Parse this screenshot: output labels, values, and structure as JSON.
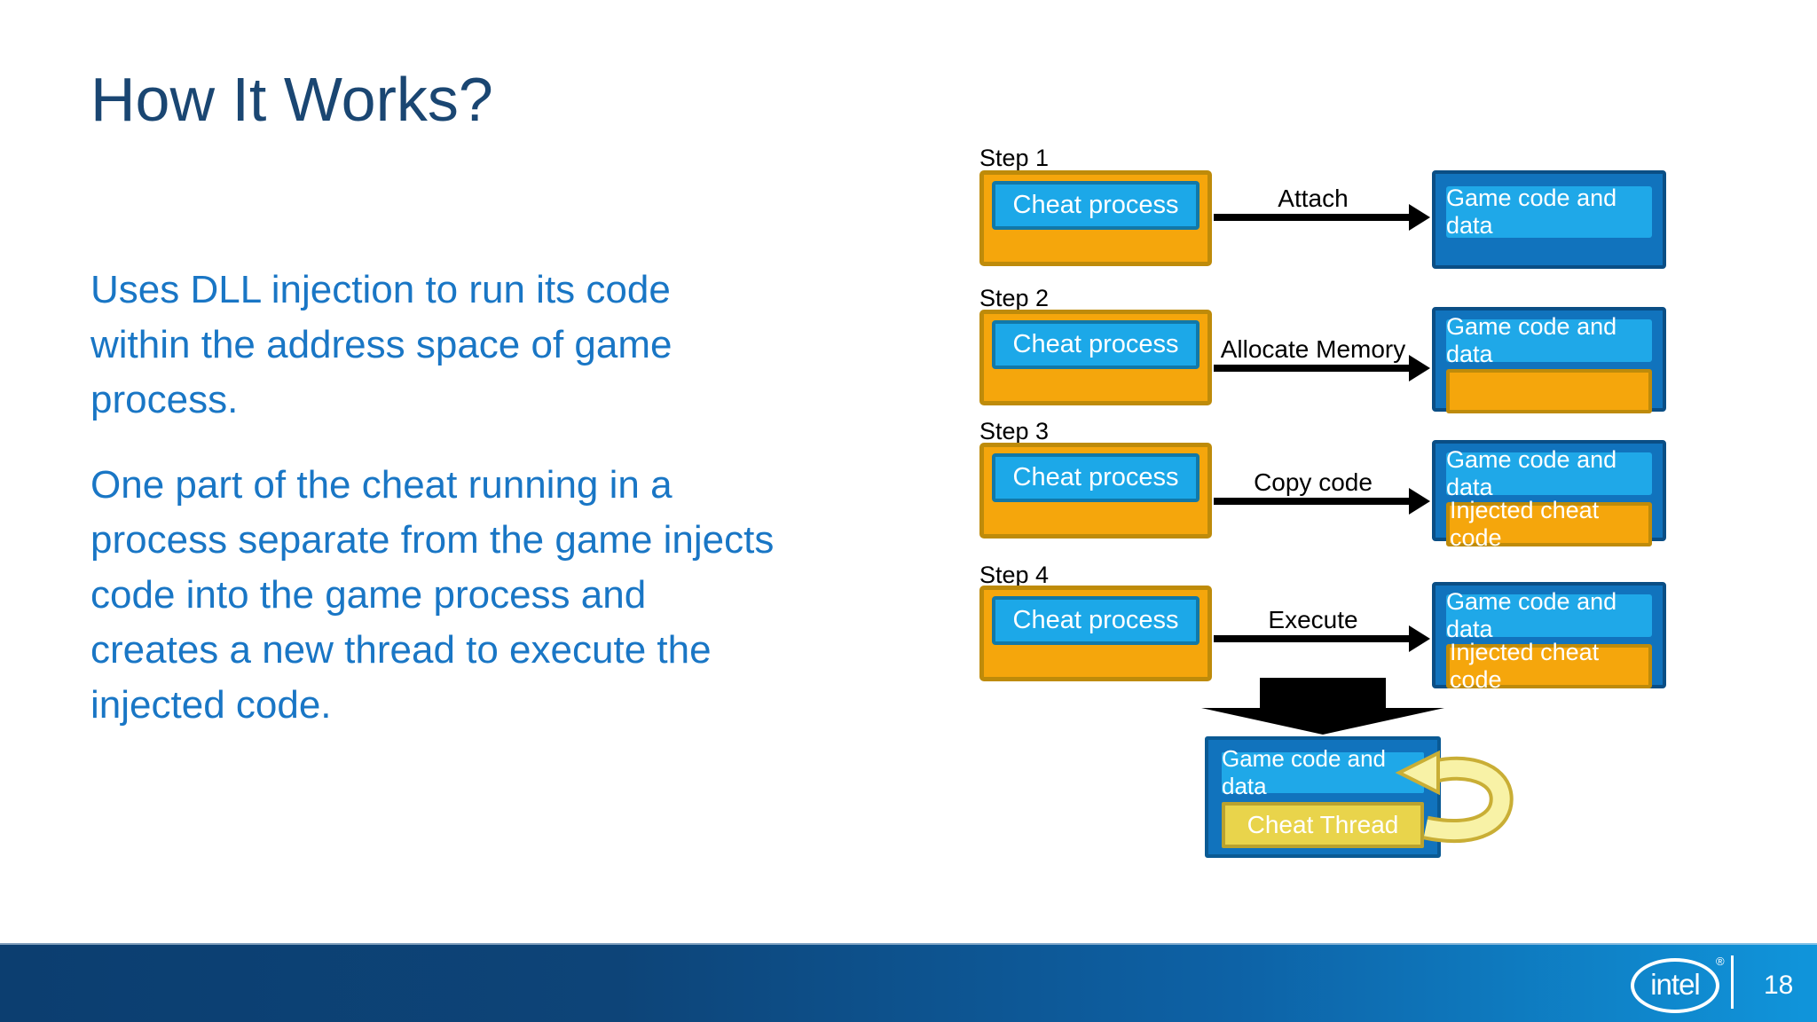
{
  "slide": {
    "title": "How It Works?",
    "body": {
      "p1_lines": [
        "Uses DLL injection to run its code",
        "within the address space of game",
        "process."
      ],
      "p2_lines": [
        "One part of the cheat running in a",
        "process separate from the game injects",
        "code into the game process and",
        "creates a new thread to execute the",
        "injected code."
      ]
    },
    "diagram": {
      "steps": [
        {
          "label": "Step 1",
          "cheat_label": "Cheat process",
          "action": "Attach",
          "game_label": "Game code and data",
          "injected_label": ""
        },
        {
          "label": "Step 2",
          "cheat_label": "Cheat process",
          "action": "Allocate Memory",
          "game_label": "Game code and data",
          "injected_label": ""
        },
        {
          "label": "Step 3",
          "cheat_label": "Cheat process",
          "action": "Copy code",
          "game_label": "Game code and data",
          "injected_label": "Injected cheat code"
        },
        {
          "label": "Step 4",
          "cheat_label": "Cheat process",
          "action": "Execute",
          "game_label": "Game code and data",
          "injected_label": "Injected cheat code"
        }
      ],
      "result": {
        "game_label": "Game code and data",
        "thread_label": "Cheat Thread"
      }
    },
    "footer": {
      "logo_text": "intel",
      "reg_mark": "®",
      "page_number": "18"
    },
    "colors": {
      "title_navy": "#1A4672",
      "body_blue": "#1976C5",
      "orange_fill": "#F5A60C",
      "orange_border": "#BE8B0A",
      "cyan_fill": "#1CA8E8",
      "cyan_border": "#1178A8",
      "game_blue": "#1173BD",
      "game_border": "#0A4E85",
      "thread_yellow": "#E9D44B",
      "thread_border": "#BAA22E",
      "loop_pale_yellow": "#F8F2A6",
      "loop_gold": "#C9AE35",
      "footer_left": "#0C3E70",
      "footer_right": "#1095DB"
    }
  }
}
